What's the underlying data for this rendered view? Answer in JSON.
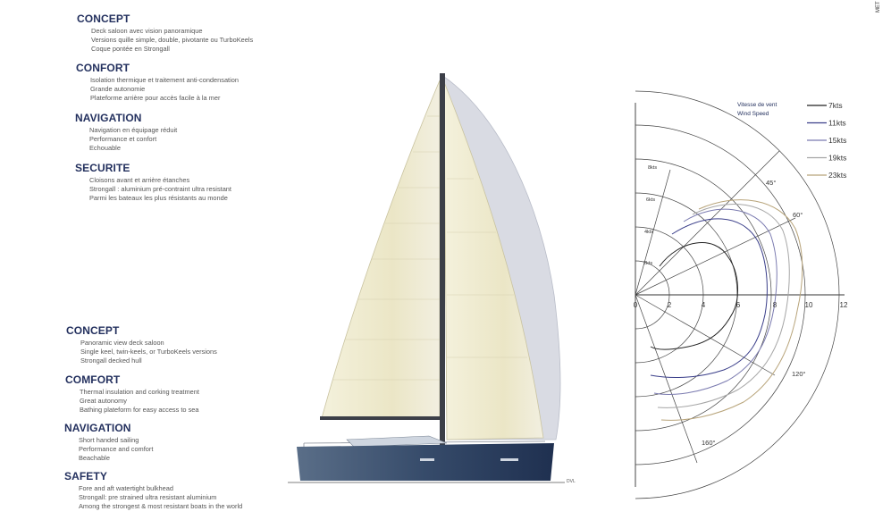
{
  "fr": [
    {
      "title": "CONCEPT",
      "items": [
        "Deck saloon avec vision panoramique",
        "Versions quille simple, double, pivotante ou TurboKeels",
        "Coque pontée en Strongall"
      ]
    },
    {
      "title": "CONFORT",
      "items": [
        "Isolation thermique et traitement anti-condensation",
        "Grande autonomie",
        "Plateforme arrière pour accès facile à la mer"
      ]
    },
    {
      "title": "NAVIGATION",
      "items": [
        "Navigation en équipage réduit",
        "Performance et confort",
        "Echouable"
      ]
    },
    {
      "title": "SECURITE",
      "items": [
        "Cloisons avant et arrière étanches",
        "Strongall : aluminium pré-contraint ultra resistant",
        "Parmi les bateaux les plus résistants au monde"
      ]
    }
  ],
  "en": [
    {
      "title": "CONCEPT",
      "items": [
        "Panoramic view deck saloon",
        "Single keel, twin-keels, or TurboKeels versions",
        "Strongall decked hull"
      ]
    },
    {
      "title": "COMFORT",
      "items": [
        "Thermal insulation and corking treatment",
        "Great autonomy",
        "Bathing plateform for easy access to sea"
      ]
    },
    {
      "title": "NAVIGATION",
      "items": [
        "Short handed sailing",
        "Performance and comfort",
        "Beachable"
      ]
    },
    {
      "title": "SAFETY",
      "items": [
        "Fore and aft watertight bulkhead",
        "Strongall: pre strained ultra resistant aluminium",
        "Among the strongest & most resistant boats in the world"
      ]
    }
  ],
  "corner_mark": "MET",
  "drawing_mark": "DVL",
  "polar": {
    "legend_title": [
      "Vitesse de vent",
      "Wind Speed"
    ],
    "wind": [
      {
        "label": "7kts",
        "color": "#222222"
      },
      {
        "label": "11kts",
        "color": "#3b3f8a"
      },
      {
        "label": "15kts",
        "color": "#7b7bb0"
      },
      {
        "label": "19kts",
        "color": "#a6a6a6"
      },
      {
        "label": "23kts",
        "color": "#b8a47a"
      }
    ],
    "x_ticks": [
      "0",
      "2",
      "4",
      "6",
      "8",
      "10",
      "12"
    ],
    "radial_ticks": [
      "2kts",
      "4kts",
      "6kts",
      "8kts"
    ],
    "angle_labels": [
      "45°",
      "60°",
      "120°",
      "160°"
    ]
  }
}
